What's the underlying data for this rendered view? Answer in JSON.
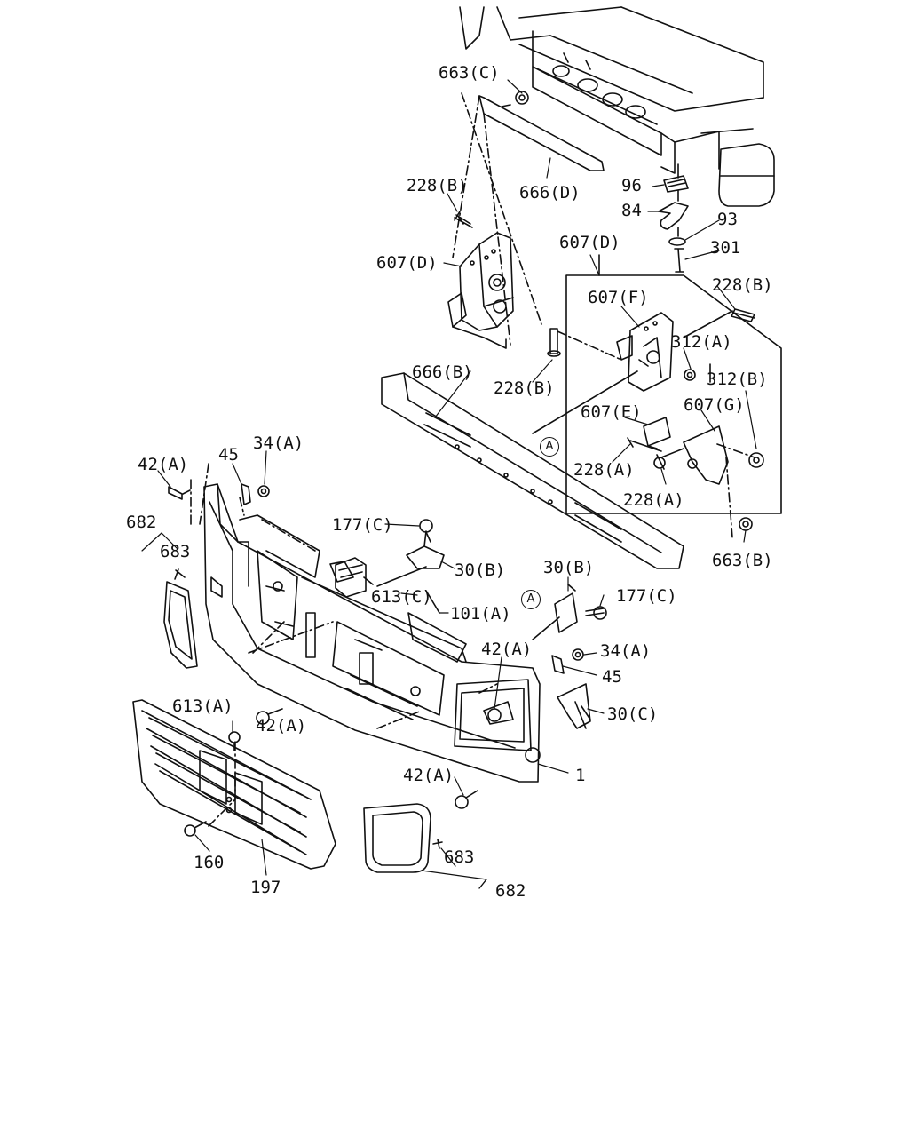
{
  "labels": {
    "l663c": "663(C)",
    "l666d": "666(D)",
    "l228b_top": "228(B)",
    "l96": "96",
    "l84": "84",
    "l93": "93",
    "l301": "301",
    "l607d_left": "607(D)",
    "l607d_right": "607(D)",
    "l607f": "607(F)",
    "l228b_right": "228(B)",
    "l312a": "312(A)",
    "l312b": "312(B)",
    "l666b": "666(B)",
    "l228b_mid": "228(B)",
    "l607e": "607(E)",
    "l607g": "607(G)",
    "l228a_1": "228(A)",
    "l228a_2": "228(A)",
    "l663b": "663(B)",
    "l42a_1": "42(A)",
    "l45_1": "45",
    "l34a_1": "34(A)",
    "l682_1": "682",
    "l683_1": "683",
    "l177c_1": "177(C)",
    "l30b_1": "30(B)",
    "l613c": "613(C)",
    "l101a": "101(A)",
    "l30b_2": "30(B)",
    "l177c_2": "177(C)",
    "l42a_2": "42(A)",
    "l34a_2": "34(A)",
    "l45_2": "45",
    "l30c": "30(C)",
    "l42a_3": "42(A)",
    "l1": "1",
    "l42a_4": "42(A)",
    "l613a": "613(A)",
    "l160": "160",
    "l197": "197",
    "l683_2": "683",
    "l682_2": "682"
  },
  "callouts": {
    "a_right": "A",
    "a_left": "A"
  },
  "colors": {
    "ink": "#111111",
    "background": "#ffffff"
  }
}
